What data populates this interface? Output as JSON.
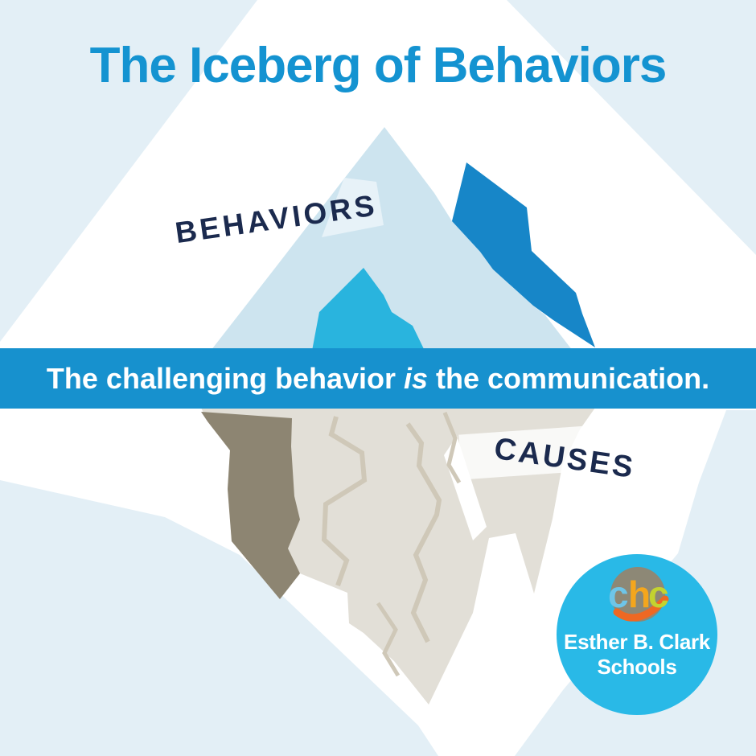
{
  "title": "The Iceberg of Behaviors",
  "iceberg": {
    "above_water_label": "BEHAVIORS",
    "below_water_label": "CAUSES"
  },
  "banner": {
    "text_prefix": "The challenging behavior ",
    "text_emphasis": "is",
    "text_suffix": " the communication."
  },
  "logo": {
    "mark_letter1": "c",
    "mark_letter2": "h",
    "mark_letter3": "c",
    "org_line1": "Esther B. Clark",
    "org_line2": "Schools"
  },
  "colors": {
    "title_blue": "#1493d1",
    "banner_blue": "#1791ce",
    "label_navy": "#1b2a4e",
    "sky_light_blue": "#e3eff6",
    "ice_pale": "#cde4ef",
    "ice_highlight": "#e7f2f8",
    "ice_cyan": "#29b4de",
    "ice_dark_blue": "#1786c8",
    "underwater_beige": "#e2dfd7",
    "underwater_taupe": "#8d8572",
    "crack_tan": "#cfc8b8",
    "logo_circle_cyan": "#29b9e7",
    "logo_inner_gray": "#8d8876",
    "logo_letter_c1": "#6ec5e8",
    "logo_letter_h": "#f4a61d",
    "logo_letter_c2": "#c3d330",
    "logo_arc_orange": "#ee6823"
  }
}
